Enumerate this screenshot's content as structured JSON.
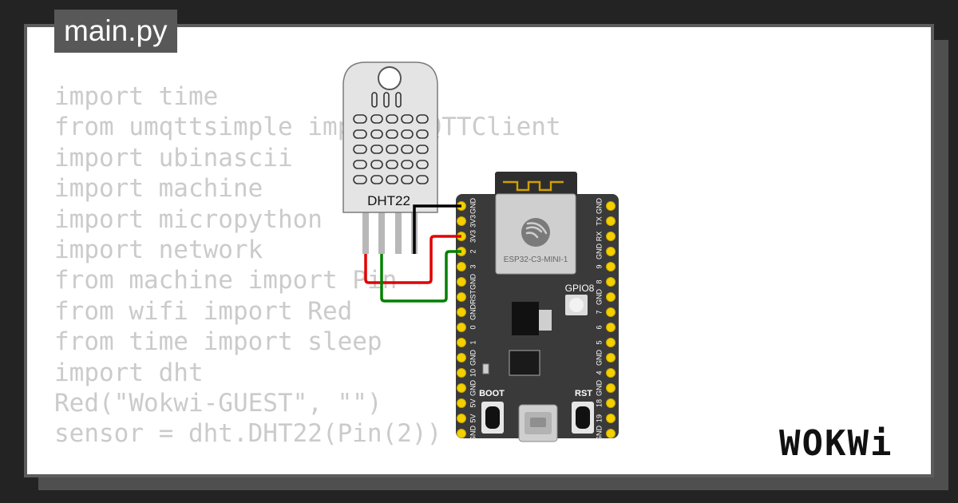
{
  "editor": {
    "file_tab": "main.py",
    "code_lines": [
      "import time",
      "from umqttsimple import MQTTClient",
      "import ubinascii",
      "import machine",
      "import micropython",
      "import network",
      "from machine import Pin",
      "from wifi import Red",
      "from time import sleep",
      "import dht",
      "Red(\"Wokwi-GUEST\", \"\")",
      "sensor = dht.DHT22(Pin(2))"
    ]
  },
  "circuit": {
    "sensor_label": "DHT22",
    "module_label": "ESP32-C3-MINI-1",
    "gpio8_label": "GPIO8",
    "boot_label": "BOOT",
    "rst_label": "RST",
    "left_pins": [
      "GND",
      "3V3",
      "3V3",
      "2",
      "3",
      "GND",
      "RST",
      "GND",
      "0",
      "1",
      "GND",
      "10",
      "GND",
      "5V",
      "5V",
      "GND"
    ],
    "right_pins": [
      "GND",
      "TX",
      "RX",
      "GND",
      "9",
      "8",
      "GND",
      "7",
      "6",
      "5",
      "GND",
      "4",
      "GND",
      "18",
      "19",
      "GND"
    ],
    "wire_colors": {
      "gnd": "#000000",
      "vcc": "#e00000",
      "data": "#008000"
    }
  },
  "brand": {
    "logo": "WOKWi"
  }
}
